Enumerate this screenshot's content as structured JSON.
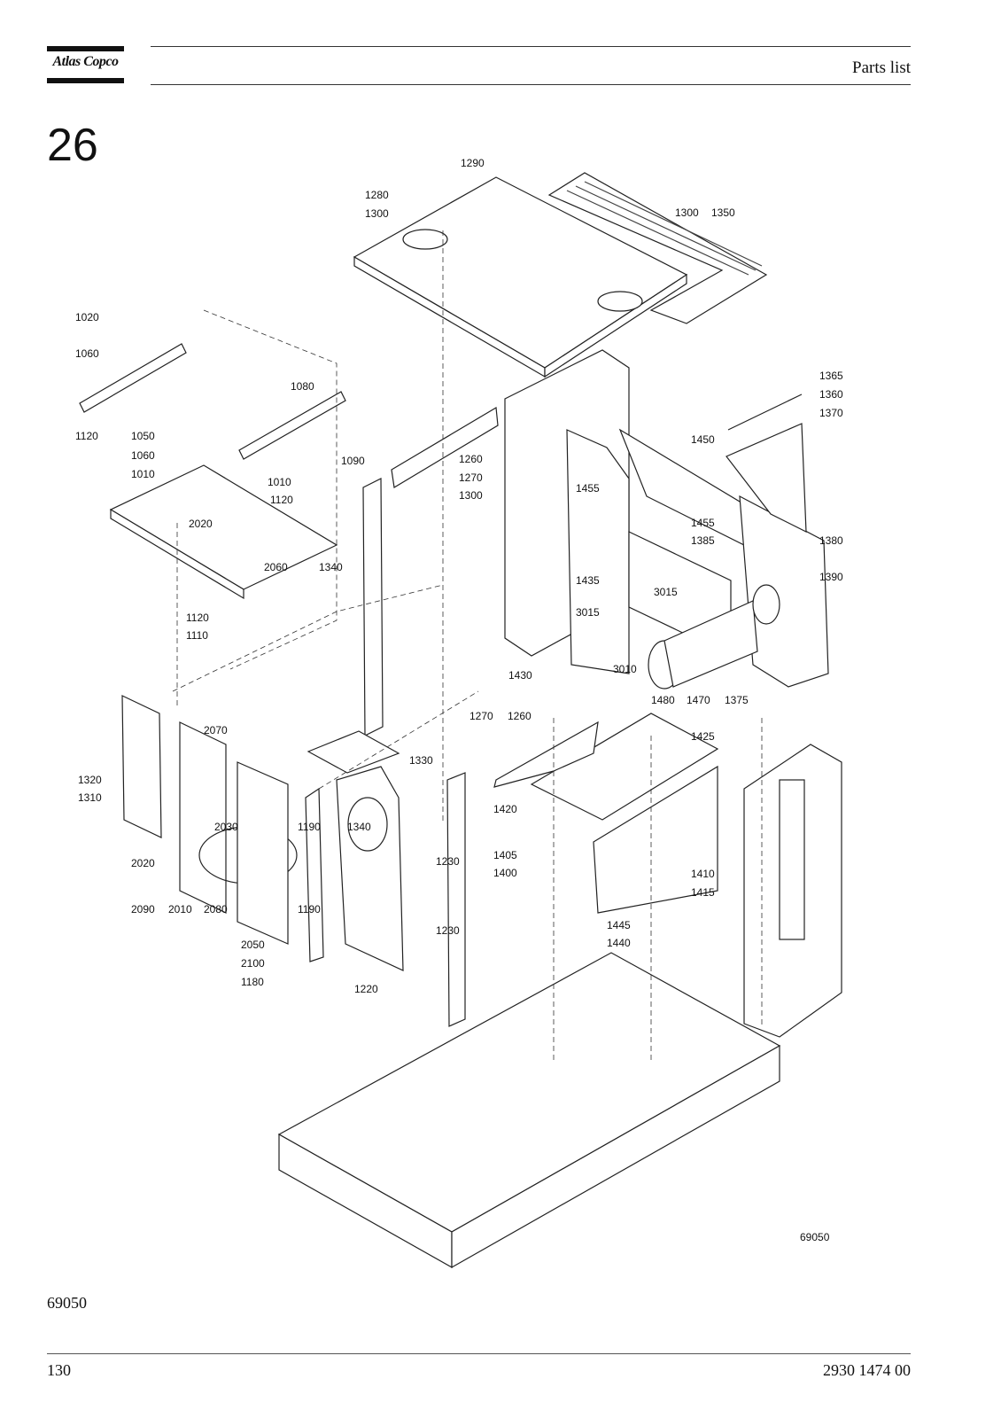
{
  "header": {
    "brand": "Atlas Copco",
    "section_label": "Parts list"
  },
  "section_number": "26",
  "diagram": {
    "drawing_id": "69050",
    "part_labels": [
      "1290",
      "1280",
      "1300",
      "1300",
      "1350",
      "1020",
      "1060",
      "1365",
      "1360",
      "1080",
      "1370",
      "1120",
      "1050",
      "1450",
      "1060",
      "1090",
      "1260",
      "1010",
      "1010",
      "1270",
      "1455",
      "1120",
      "1300",
      "1455",
      "2020",
      "1385",
      "1380",
      "2060",
      "1340",
      "1435",
      "3015",
      "1390",
      "1120",
      "3015",
      "1110",
      "1430",
      "3010",
      "1480",
      "1470",
      "1375",
      "2070",
      "1270",
      "1260",
      "1425",
      "1330",
      "1320",
      "1310",
      "1190",
      "1340",
      "1420",
      "2030",
      "1230",
      "1405",
      "1410",
      "2020",
      "1400",
      "1415",
      "2090",
      "2010",
      "2080",
      "1190",
      "1230",
      "1445",
      "1440",
      "2050",
      "2100",
      "1180",
      "1220"
    ]
  },
  "footer": {
    "figure_id": "69050",
    "page_number": "130",
    "document_number": "2930 1474 00"
  }
}
